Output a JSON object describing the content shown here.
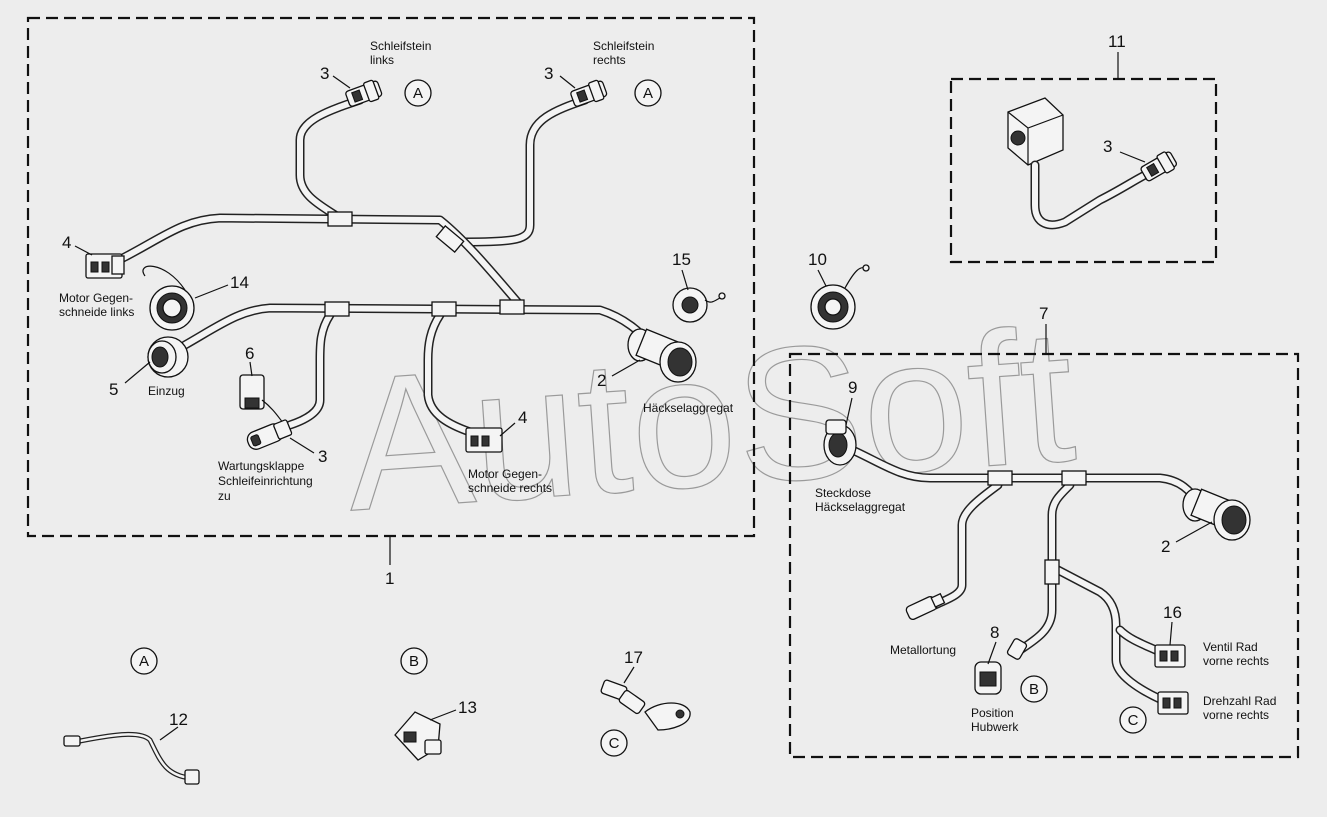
{
  "watermark": "AutoSoft",
  "groups": {
    "main_harness": "1",
    "chopper_harness": "7",
    "sensor": "11"
  },
  "callouts": {
    "n3_a": "3",
    "n3_b": "3",
    "n3_c": "3",
    "n3_d": "3",
    "n4_a": "4",
    "n4_b": "4",
    "n14": "14",
    "n5": "5",
    "n6": "6",
    "n2_a": "2",
    "n2_b": "2",
    "n15": "15",
    "n10": "10",
    "n9": "9",
    "n8": "8",
    "n16": "16",
    "n12": "12",
    "n13": "13",
    "n17": "17"
  },
  "labels": {
    "schleifstein_links": [
      "Schleifstein",
      "links"
    ],
    "schleifstein_rechts": [
      "Schleifstein",
      "rechts"
    ],
    "motor_links": [
      "Motor Gegen-",
      "schneide links"
    ],
    "einzug": "Einzug",
    "wartungsklappe": [
      "Wartungsklappe",
      "Schleifeinrichtung",
      "zu"
    ],
    "motor_rechts": [
      "Motor Gegen-",
      "schneide rechts"
    ],
    "haeckselaggregat": "Häckselaggregat",
    "steckdose": [
      "Steckdose",
      "Häckselaggregat"
    ],
    "metallortung": "Metallortung",
    "position_hubwerk": [
      "Position",
      "Hubwerk"
    ],
    "ventil_rad": [
      "Ventil Rad",
      "vorne rechts"
    ],
    "drehzahl_rad": [
      "Drehzahl Rad",
      "vorne rechts"
    ]
  },
  "markers": {
    "a": "A",
    "b": "B",
    "c": "C"
  }
}
